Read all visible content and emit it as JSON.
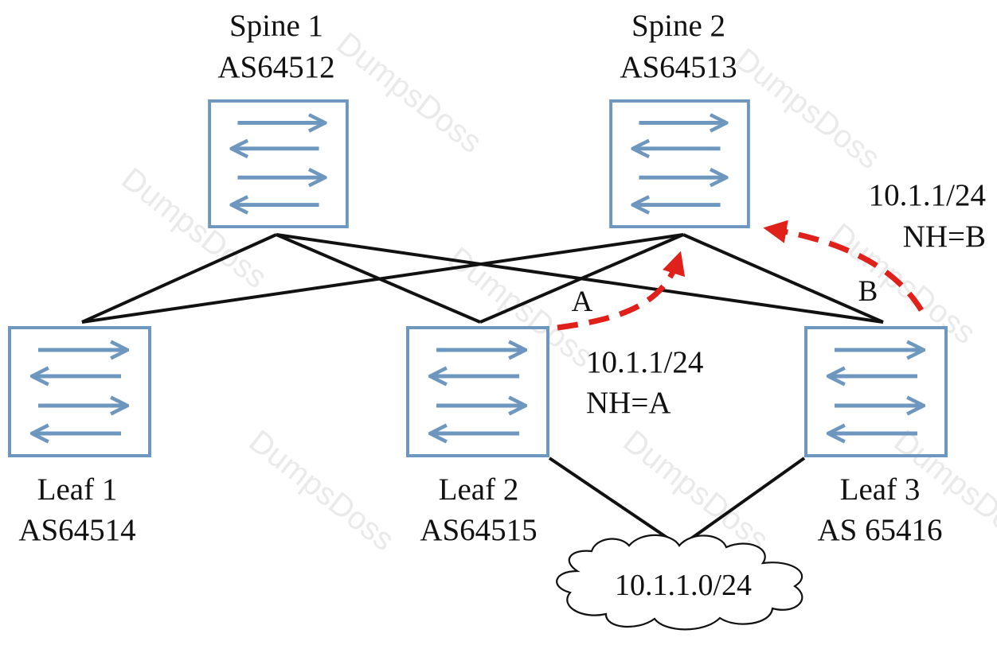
{
  "nodes": {
    "spine1": {
      "name": "Spine 1",
      "as": "AS64512"
    },
    "spine2": {
      "name": "Spine 2",
      "as": "AS64513"
    },
    "leaf1": {
      "name": "Leaf 1",
      "as": "AS64514"
    },
    "leaf2": {
      "name": "Leaf 2",
      "as": "AS64515"
    },
    "leaf3": {
      "name": "Leaf 3",
      "as": "AS 65416"
    }
  },
  "network": {
    "prefix": "10.1.1.0/24"
  },
  "route_a": {
    "prefix": "10.1.1/24",
    "next_hop": "NH=A"
  },
  "route_b": {
    "prefix": "10.1.1/24",
    "next_hop": "NH=B"
  },
  "link_labels": {
    "a": "A",
    "b": "B"
  },
  "watermark": "DumpsDoss",
  "colors": {
    "switch": "#6e97bf",
    "link": "#111111",
    "advert": "#e0201b"
  }
}
